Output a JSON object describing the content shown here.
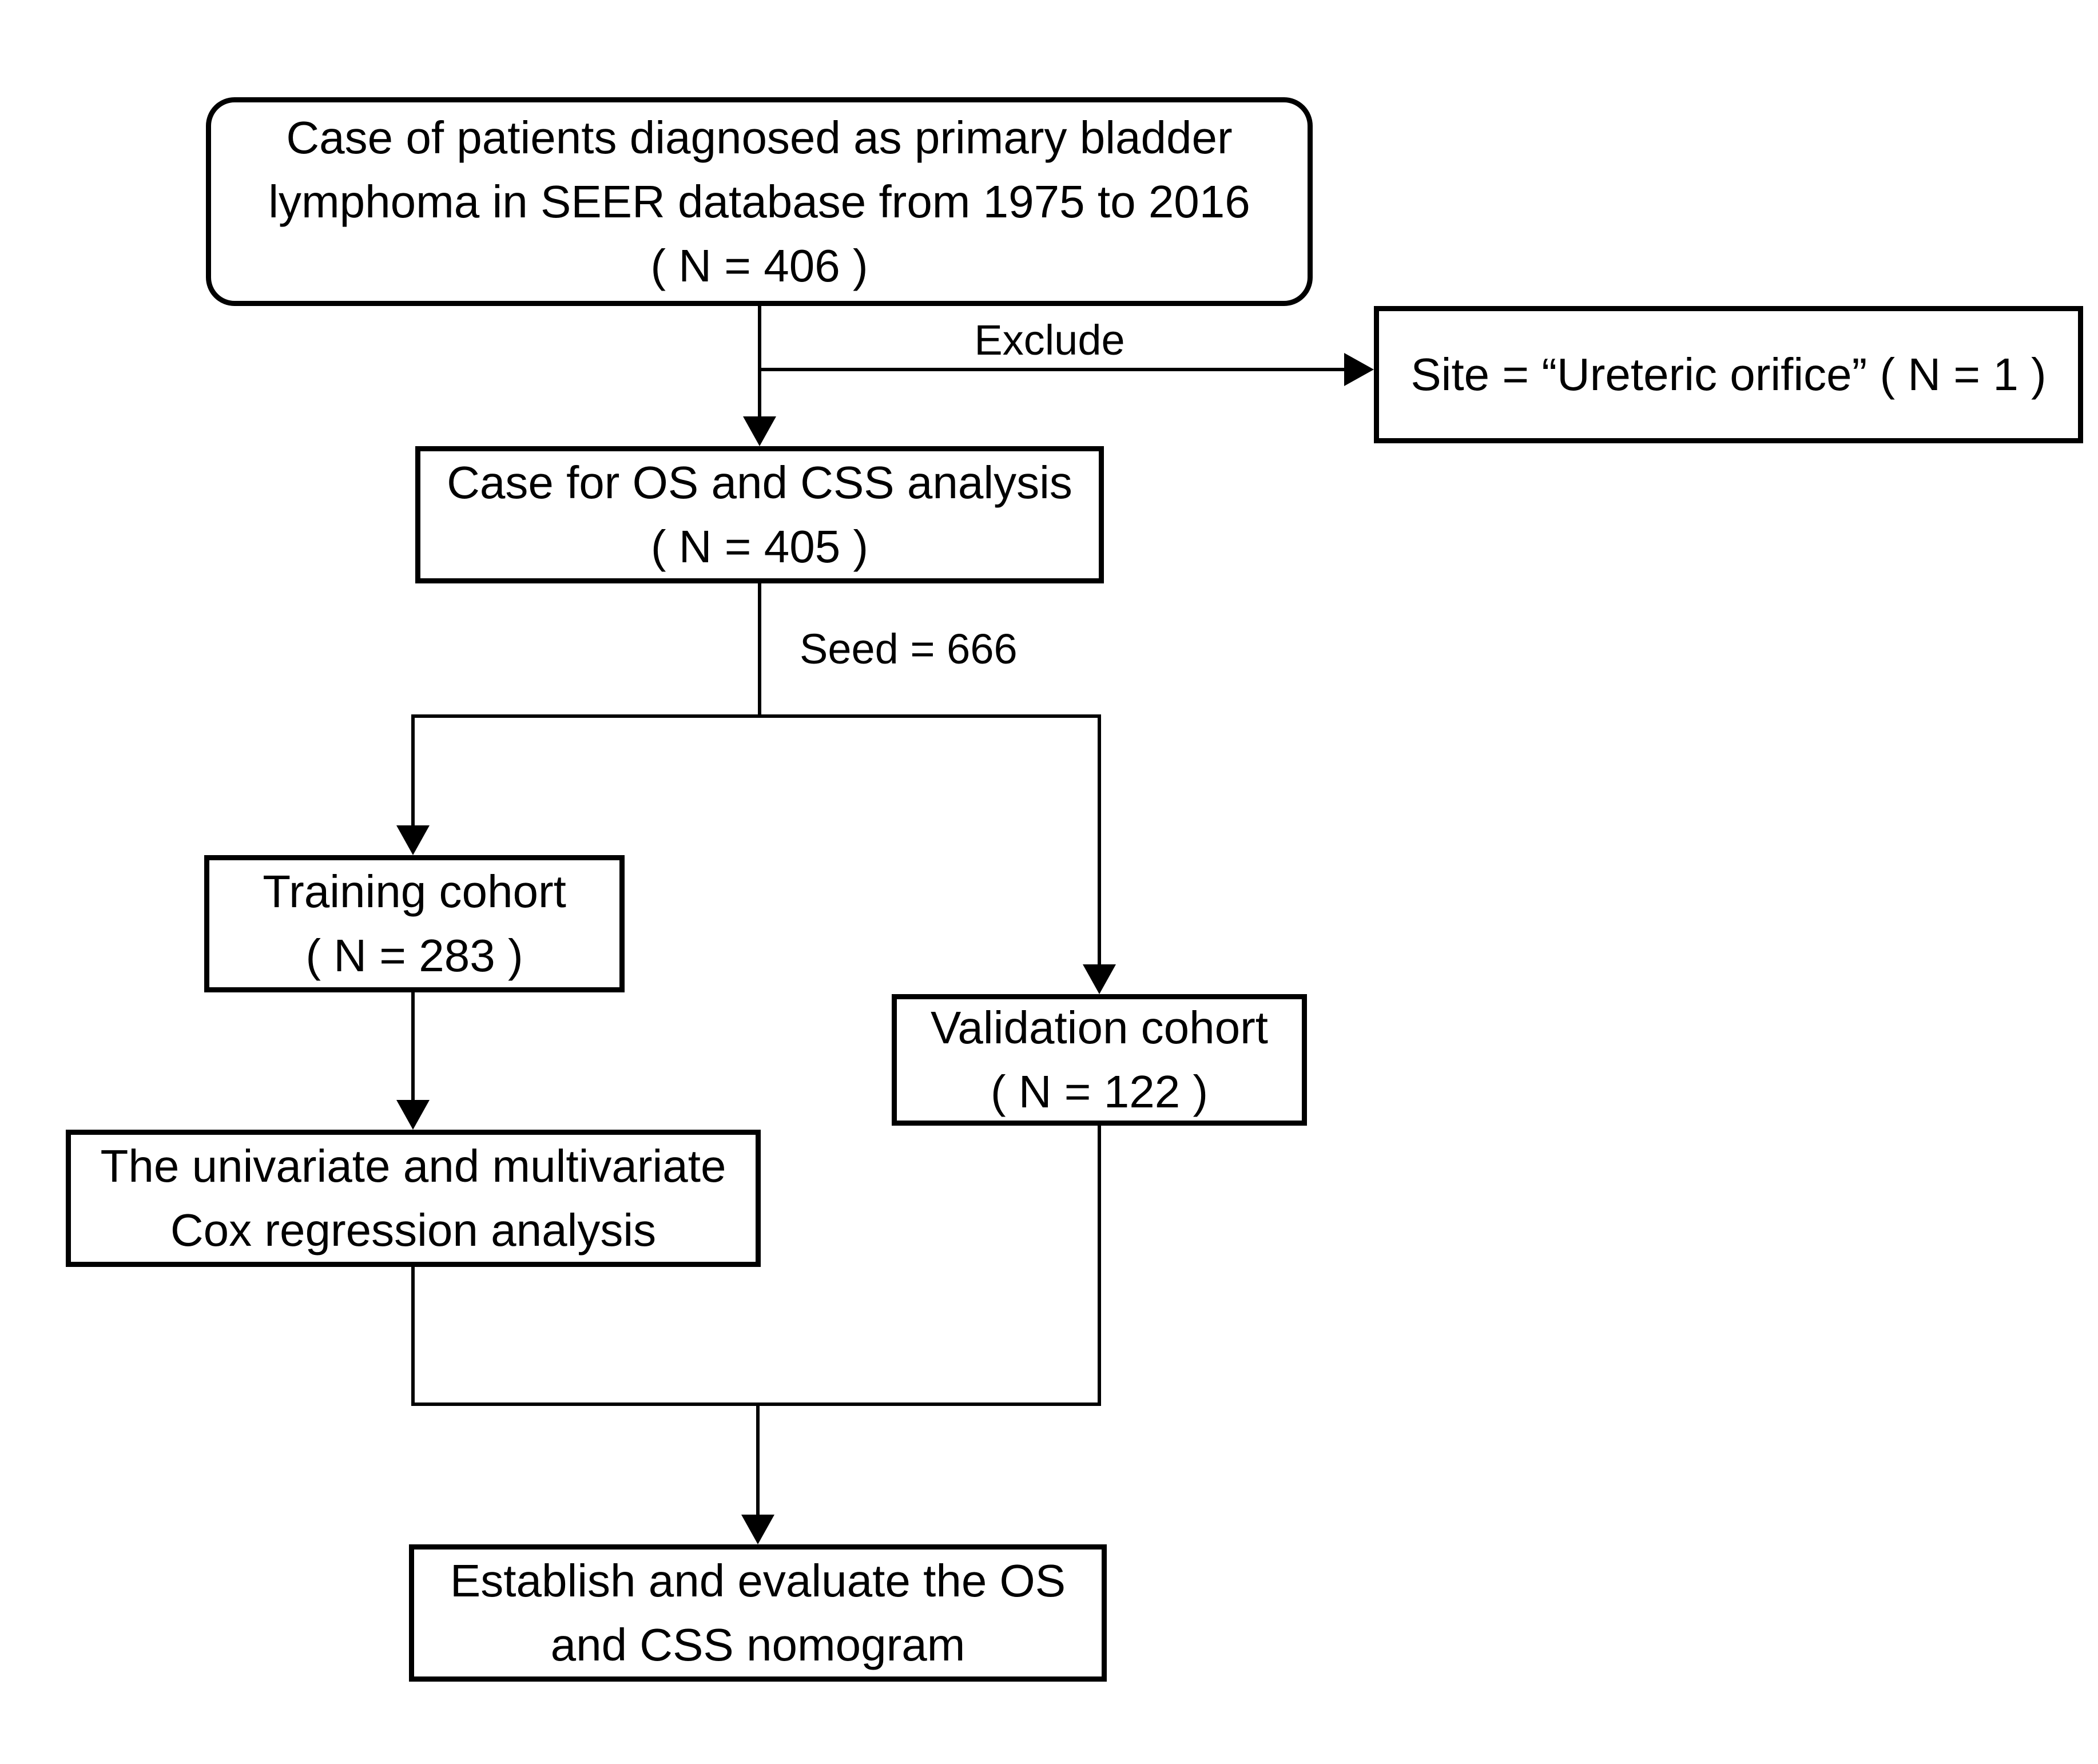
{
  "diagram": {
    "type": "flowchart",
    "colors": {
      "stroke": "#000000",
      "background": "#ffffff",
      "text": "#000000"
    },
    "nodes": {
      "source": {
        "lines": [
          "Case of patients diagnosed as primary bladder",
          "lymphoma in SEER database from 1975 to 2016",
          "( N = 406 )"
        ]
      },
      "excluded": {
        "text": "Site = “Ureteric orifice” ( N = 1 )"
      },
      "analysis_set": {
        "lines": [
          "Case for OS and CSS analysis",
          "( N = 405 )"
        ]
      },
      "training": {
        "lines": [
          "Training cohort",
          "( N = 283 )"
        ]
      },
      "validation": {
        "lines": [
          "Validation cohort",
          "( N = 122 )"
        ]
      },
      "cox": {
        "lines": [
          "The univariate and multivariate",
          "Cox regression analysis"
        ]
      },
      "nomogram": {
        "lines": [
          "Establish and evaluate the OS",
          "and CSS nomogram"
        ]
      }
    },
    "edge_labels": {
      "exclude": "Exclude",
      "seed": "Seed = 666"
    },
    "edges": [
      {
        "from": "source",
        "to": "analysis_set"
      },
      {
        "from": "source",
        "to": "excluded",
        "label": "Exclude"
      },
      {
        "from": "analysis_set",
        "to": "training",
        "label": "Seed = 666"
      },
      {
        "from": "analysis_set",
        "to": "validation",
        "label": "Seed = 666"
      },
      {
        "from": "training",
        "to": "cox"
      },
      {
        "from": "cox",
        "to": "nomogram"
      },
      {
        "from": "validation",
        "to": "nomogram"
      }
    ]
  }
}
